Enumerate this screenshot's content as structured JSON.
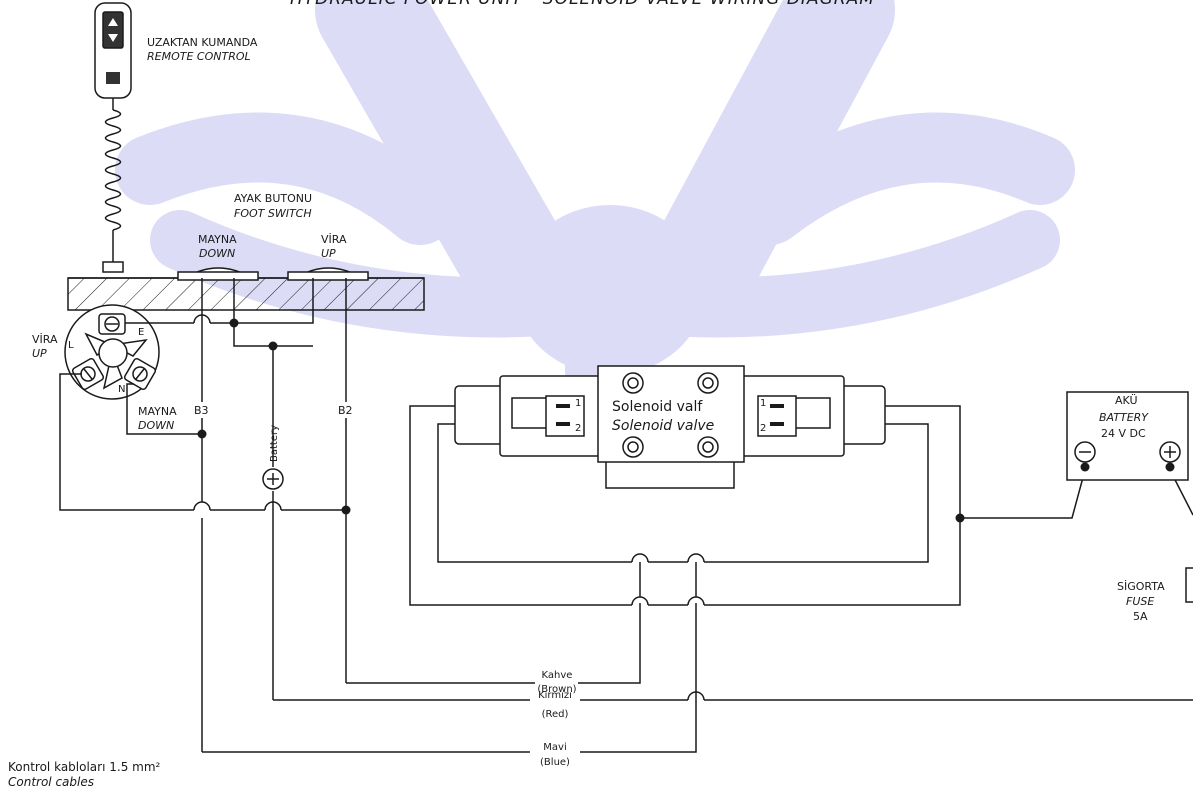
{
  "title": "HYDRAULIC POWER UNIT - SOLENOID VALVE WIRING DIAGRAM",
  "remote": {
    "tr": "UZAKTAN KUMANDA",
    "en": "REMOTE CONTROL"
  },
  "foot_switch": {
    "tr": "AYAK BUTONU",
    "en": "FOOT SWITCH"
  },
  "down_button": {
    "tr": "MAYNA",
    "en": "DOWN"
  },
  "up_button": {
    "tr": "VİRA",
    "en": "UP"
  },
  "switch_up": {
    "tr": "VİRA",
    "en": "UP"
  },
  "switch_down": {
    "tr": "MAYNA",
    "en": "DOWN"
  },
  "terminals": {
    "e": "E",
    "l": "L",
    "n": "N"
  },
  "wires": {
    "b3": "B3",
    "b2": "B2",
    "battery": "Battery",
    "plus": "+"
  },
  "solenoid": {
    "tr": "Solenoid valf",
    "en": "Solenoid valve",
    "pin1": "1",
    "pin2": "2"
  },
  "battery": {
    "tr": "AKÜ",
    "en": "BATTERY",
    "voltage": "24 V DC",
    "minus": "−",
    "plus": "+"
  },
  "fuse": {
    "tr": "SİGORTA",
    "en": "FUSE",
    "rating": "5A"
  },
  "cables": [
    {
      "tr": "Kahve",
      "en": "(Brown)"
    },
    {
      "tr": "Kırmızı",
      "en": "(Red)"
    },
    {
      "tr": "Mavi",
      "en": "(Blue)"
    }
  ],
  "note": {
    "tr": "Kontrol kabloları 1.5 mm²",
    "en": "Control cables"
  },
  "colors": {
    "ink": "#1a1a1a",
    "watermark": "#dcdcf7"
  }
}
